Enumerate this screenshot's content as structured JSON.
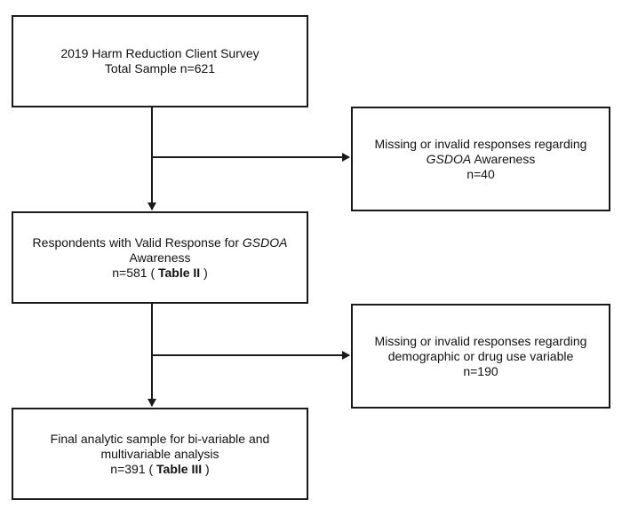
{
  "boxes": {
    "sample": {
      "line1": "2019 Harm Reduction Client Survey",
      "line2": "Total Sample n=621"
    },
    "exclusion1": {
      "line1": "Missing or invalid responses regarding",
      "line2_italic": "GSDOA",
      "line2_rest": " Awareness",
      "line3": "n=40"
    },
    "valid": {
      "line1_pre": "Respondents with Valid Response for ",
      "line1_italic": "GSDOA",
      "line2": "Awareness",
      "line3_pre": "n=581 ( ",
      "line3_bold": "Table II",
      "line3_post": " )"
    },
    "exclusion2": {
      "line1": "Missing or invalid responses regarding",
      "line2": "demographic or drug use variable",
      "line3": "n=190"
    },
    "final": {
      "line1": "Final analytic sample for bi-variable and",
      "line2": "multivariable analysis",
      "line3_pre": "n=391  ( ",
      "line3_bold": "Table III",
      "line3_post": " )"
    }
  }
}
